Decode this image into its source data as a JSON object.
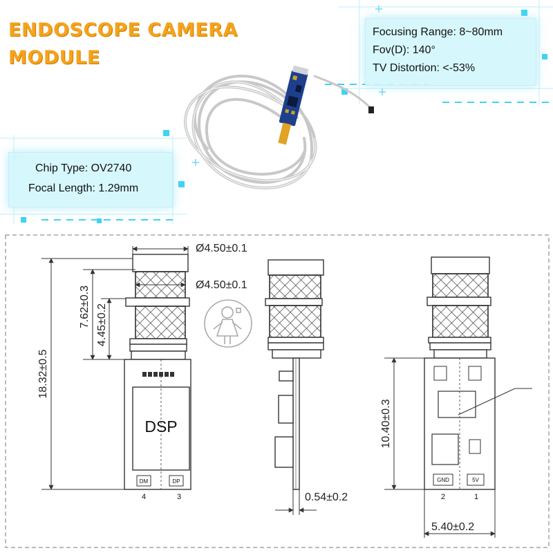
{
  "title": {
    "line1": "ENDOSCOPE CAMERA",
    "line2": "MODULE"
  },
  "specs_right": [
    "Focusing Range: 8~80mm",
    "Fov(D): 140°",
    "TV Distortion: <-53%"
  ],
  "specs_left": [
    "Chip Type: OV2740",
    "Focal Length: 1.29mm"
  ],
  "dimensions": {
    "lens_diameter_top": "Ø4.50±0.1",
    "lens_diameter_mid": "Ø4.50±0.1",
    "lens_height": "7.62±0.3",
    "lens_body_height": "4.45±0.2",
    "total_length": "18.32±0.5",
    "board_length": "10.40±0.3",
    "board_thickness": "0.54±0.2",
    "board_width": "5.40±0.2"
  },
  "board_labels": {
    "chip": "DSP",
    "pad_dm": "DM",
    "pad_dp": "DP",
    "pad_gnd": "GND",
    "pad_5v": "5V"
  },
  "pin_numbers": {
    "front_left": "4",
    "front_right": "3",
    "back_left": "2",
    "back_right": "1"
  },
  "colors": {
    "title": "#f5a31b",
    "accent_cyan": "#3fd4f2",
    "pcb_blue": "#1d3f8c",
    "line": "#333333"
  }
}
